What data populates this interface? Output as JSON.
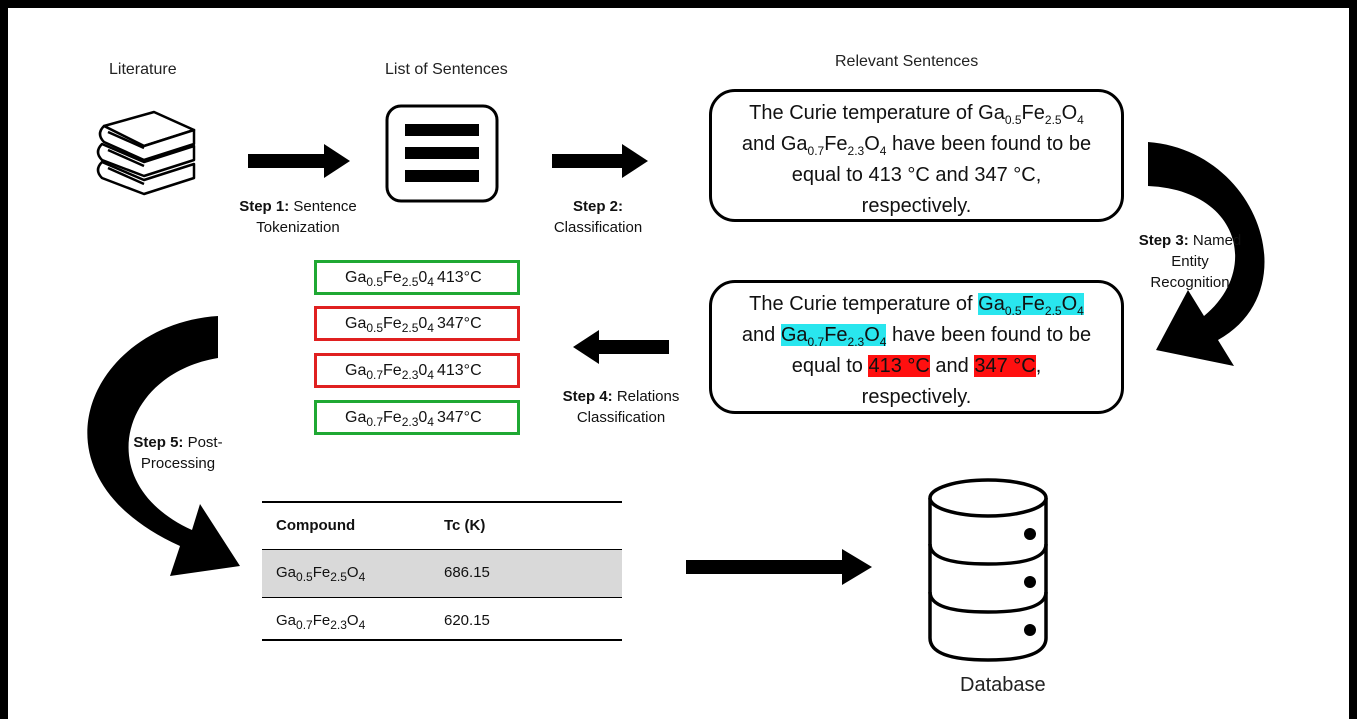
{
  "titles": {
    "literature": "Literature",
    "sentences": "List of Sentences",
    "relevant": "Relevant Sentences",
    "database": "Database"
  },
  "steps": {
    "s1_bold": "Step 1:",
    "s1_rest": "Sentence",
    "s1_line2": "Tokenization",
    "s2_bold": "Step 2:",
    "s2_line2": "Classification",
    "s3_bold": "Step 3:",
    "s3_rest": "Named",
    "s3_line2": "Entity",
    "s3_line3": "Recognition",
    "s4_bold": "Step 4:",
    "s4_rest": "Relations",
    "s4_line2": "Classification",
    "s5_bold": "Step 5:",
    "s5_rest": "Post-",
    "s5_line2": "Processing"
  },
  "sentence": {
    "intro": "The Curie temperature of ",
    "and": "and ",
    "verb": " have been found to be",
    "equal": "equal to ",
    "t1": "413 °C",
    "and2": " and ",
    "t2": "347 °C",
    "comma": ",",
    "end": "respectively."
  },
  "formula": {
    "ga": "Ga",
    "fe": "Fe",
    "o": "O",
    "a_ga": "0.5",
    "a_fe": "2.5",
    "a_o": "4",
    "b_ga": "0.7",
    "b_fe": "2.3",
    "b_o": "4"
  },
  "pairs": [
    {
      "ga": "0.5",
      "fe": "2.5",
      "temp": "413°C",
      "valid": true
    },
    {
      "ga": "0.5",
      "fe": "2.5",
      "temp": "347°C",
      "valid": false
    },
    {
      "ga": "0.7",
      "fe": "2.3",
      "temp": "413°C",
      "valid": false
    },
    {
      "ga": "0.7",
      "fe": "2.3",
      "temp": "347°C",
      "valid": true
    }
  ],
  "pair_o": "0",
  "pair_o_sub": "4",
  "table": {
    "headers": [
      "Compound",
      "Tc (K)"
    ],
    "rows": [
      {
        "ga": "0.5",
        "fe": "2.5",
        "o": "4",
        "tc": "686.15"
      },
      {
        "ga": "0.7",
        "fe": "2.3",
        "o": "4",
        "tc": "620.15"
      }
    ]
  },
  "colors": {
    "entity_compound": "#29e6ee",
    "entity_temperature": "#ff1010",
    "valid_border": "#1fa833",
    "invalid_border": "#e02020",
    "table_highlight": "#d9d9d9"
  }
}
